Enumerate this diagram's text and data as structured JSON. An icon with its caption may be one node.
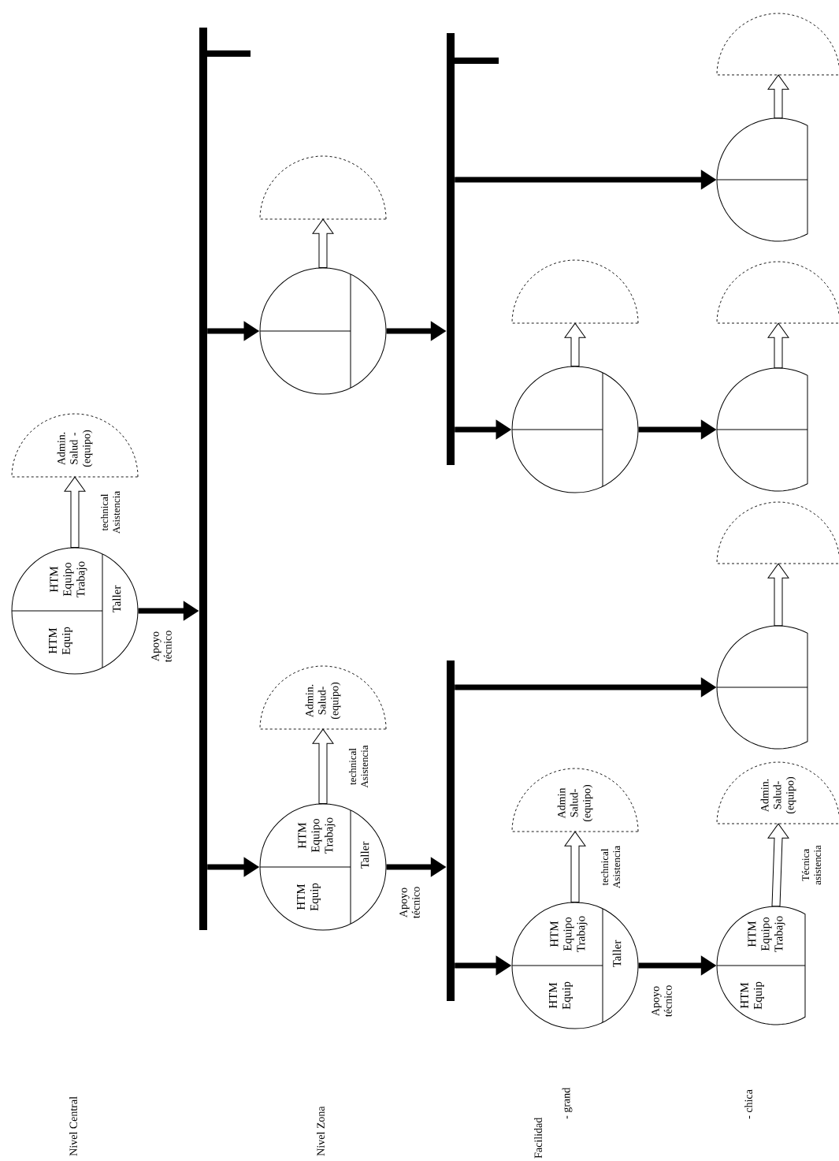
{
  "diagram": {
    "nodes": [
      {
        "text": [
          "HTM Equip",
          "HTM Equipo Trabajo",
          "Taller"
        ]
      },
      {
        "text": [
          "Admin. Salud - (equipo)"
        ]
      },
      {
        "text": [],
        "shape": "bar"
      },
      {
        "text": [],
        "shape": "circle"
      },
      {
        "text": [],
        "shape": "semicircle"
      },
      {
        "text": [
          "HTM Equip",
          "HTM Equipo Trabajo",
          "Taller"
        ]
      },
      {
        "text": [
          "Admin. Salud- (equipo)"
        ]
      },
      {
        "text": [],
        "shape": "bar"
      },
      {
        "text": [],
        "shape": "bar"
      },
      {
        "text": [],
        "shape": "circle"
      },
      {
        "text": [],
        "shape": "semicircle"
      },
      {
        "text": [],
        "shape": "circle"
      },
      {
        "text": [],
        "shape": "semicircle"
      },
      {
        "text": [],
        "shape": "circle"
      },
      {
        "text": [],
        "shape": "semicircle"
      },
      {
        "text": [],
        "shape": "circle"
      },
      {
        "text": [],
        "shape": "semicircle"
      },
      {
        "text": [
          "HTM Equip",
          "HTM Equipo Trabajo",
          "Taller"
        ]
      },
      {
        "text": [
          "Admin Salud- (equipo)"
        ]
      },
      {
        "text": [
          "HTM Equip",
          "HTM Equipo Trabajo"
        ]
      },
      {
        "text": [
          "Admin. Salud- (equipo)"
        ]
      }
    ],
    "edges": [
      {
        "from": 0,
        "to": 1,
        "arrow": "to",
        "label": "technical Asistencia"
      },
      {
        "from": 0,
        "to": 2,
        "arrow": "to",
        "label": "Apoyo técnico"
      },
      {
        "from": 2,
        "to": 3,
        "arrow": "to"
      },
      {
        "from": 3,
        "to": 4,
        "arrow": "to"
      },
      {
        "from": 2,
        "to": 5,
        "arrow": "to"
      },
      {
        "from": 5,
        "to": 6,
        "arrow": "to",
        "label": "technical Asistencia"
      },
      {
        "from": 3,
        "to": 7,
        "arrow": "to"
      },
      {
        "from": 5,
        "to": 8,
        "arrow": "to",
        "label": "Apoyo técnico"
      },
      {
        "from": 7,
        "to": 9,
        "arrow": "to"
      },
      {
        "from": 9,
        "to": 10,
        "arrow": "to"
      },
      {
        "from": 7,
        "to": 11,
        "arrow": "to"
      },
      {
        "from": 11,
        "to": 12,
        "arrow": "to"
      },
      {
        "from": 9,
        "to": 13,
        "arrow": "to"
      },
      {
        "from": 13,
        "to": 14,
        "arrow": "to"
      },
      {
        "from": 8,
        "to": 15,
        "arrow": "to"
      },
      {
        "from": 15,
        "to": 16,
        "arrow": "to"
      },
      {
        "from": 8,
        "to": 17,
        "arrow": "to"
      },
      {
        "from": 17,
        "to": 18,
        "arrow": "to",
        "label": "technical Asistencia"
      },
      {
        "from": 17,
        "to": 19,
        "arrow": "to",
        "label": "Apoyo técnico"
      },
      {
        "from": 19,
        "to": 20,
        "arrow": "to",
        "label": "Técnica asistencia"
      }
    ],
    "labels": [
      "Nivel Central",
      "Nivel Zona",
      "Facilidad",
      "- grand",
      "- chica"
    ]
  }
}
